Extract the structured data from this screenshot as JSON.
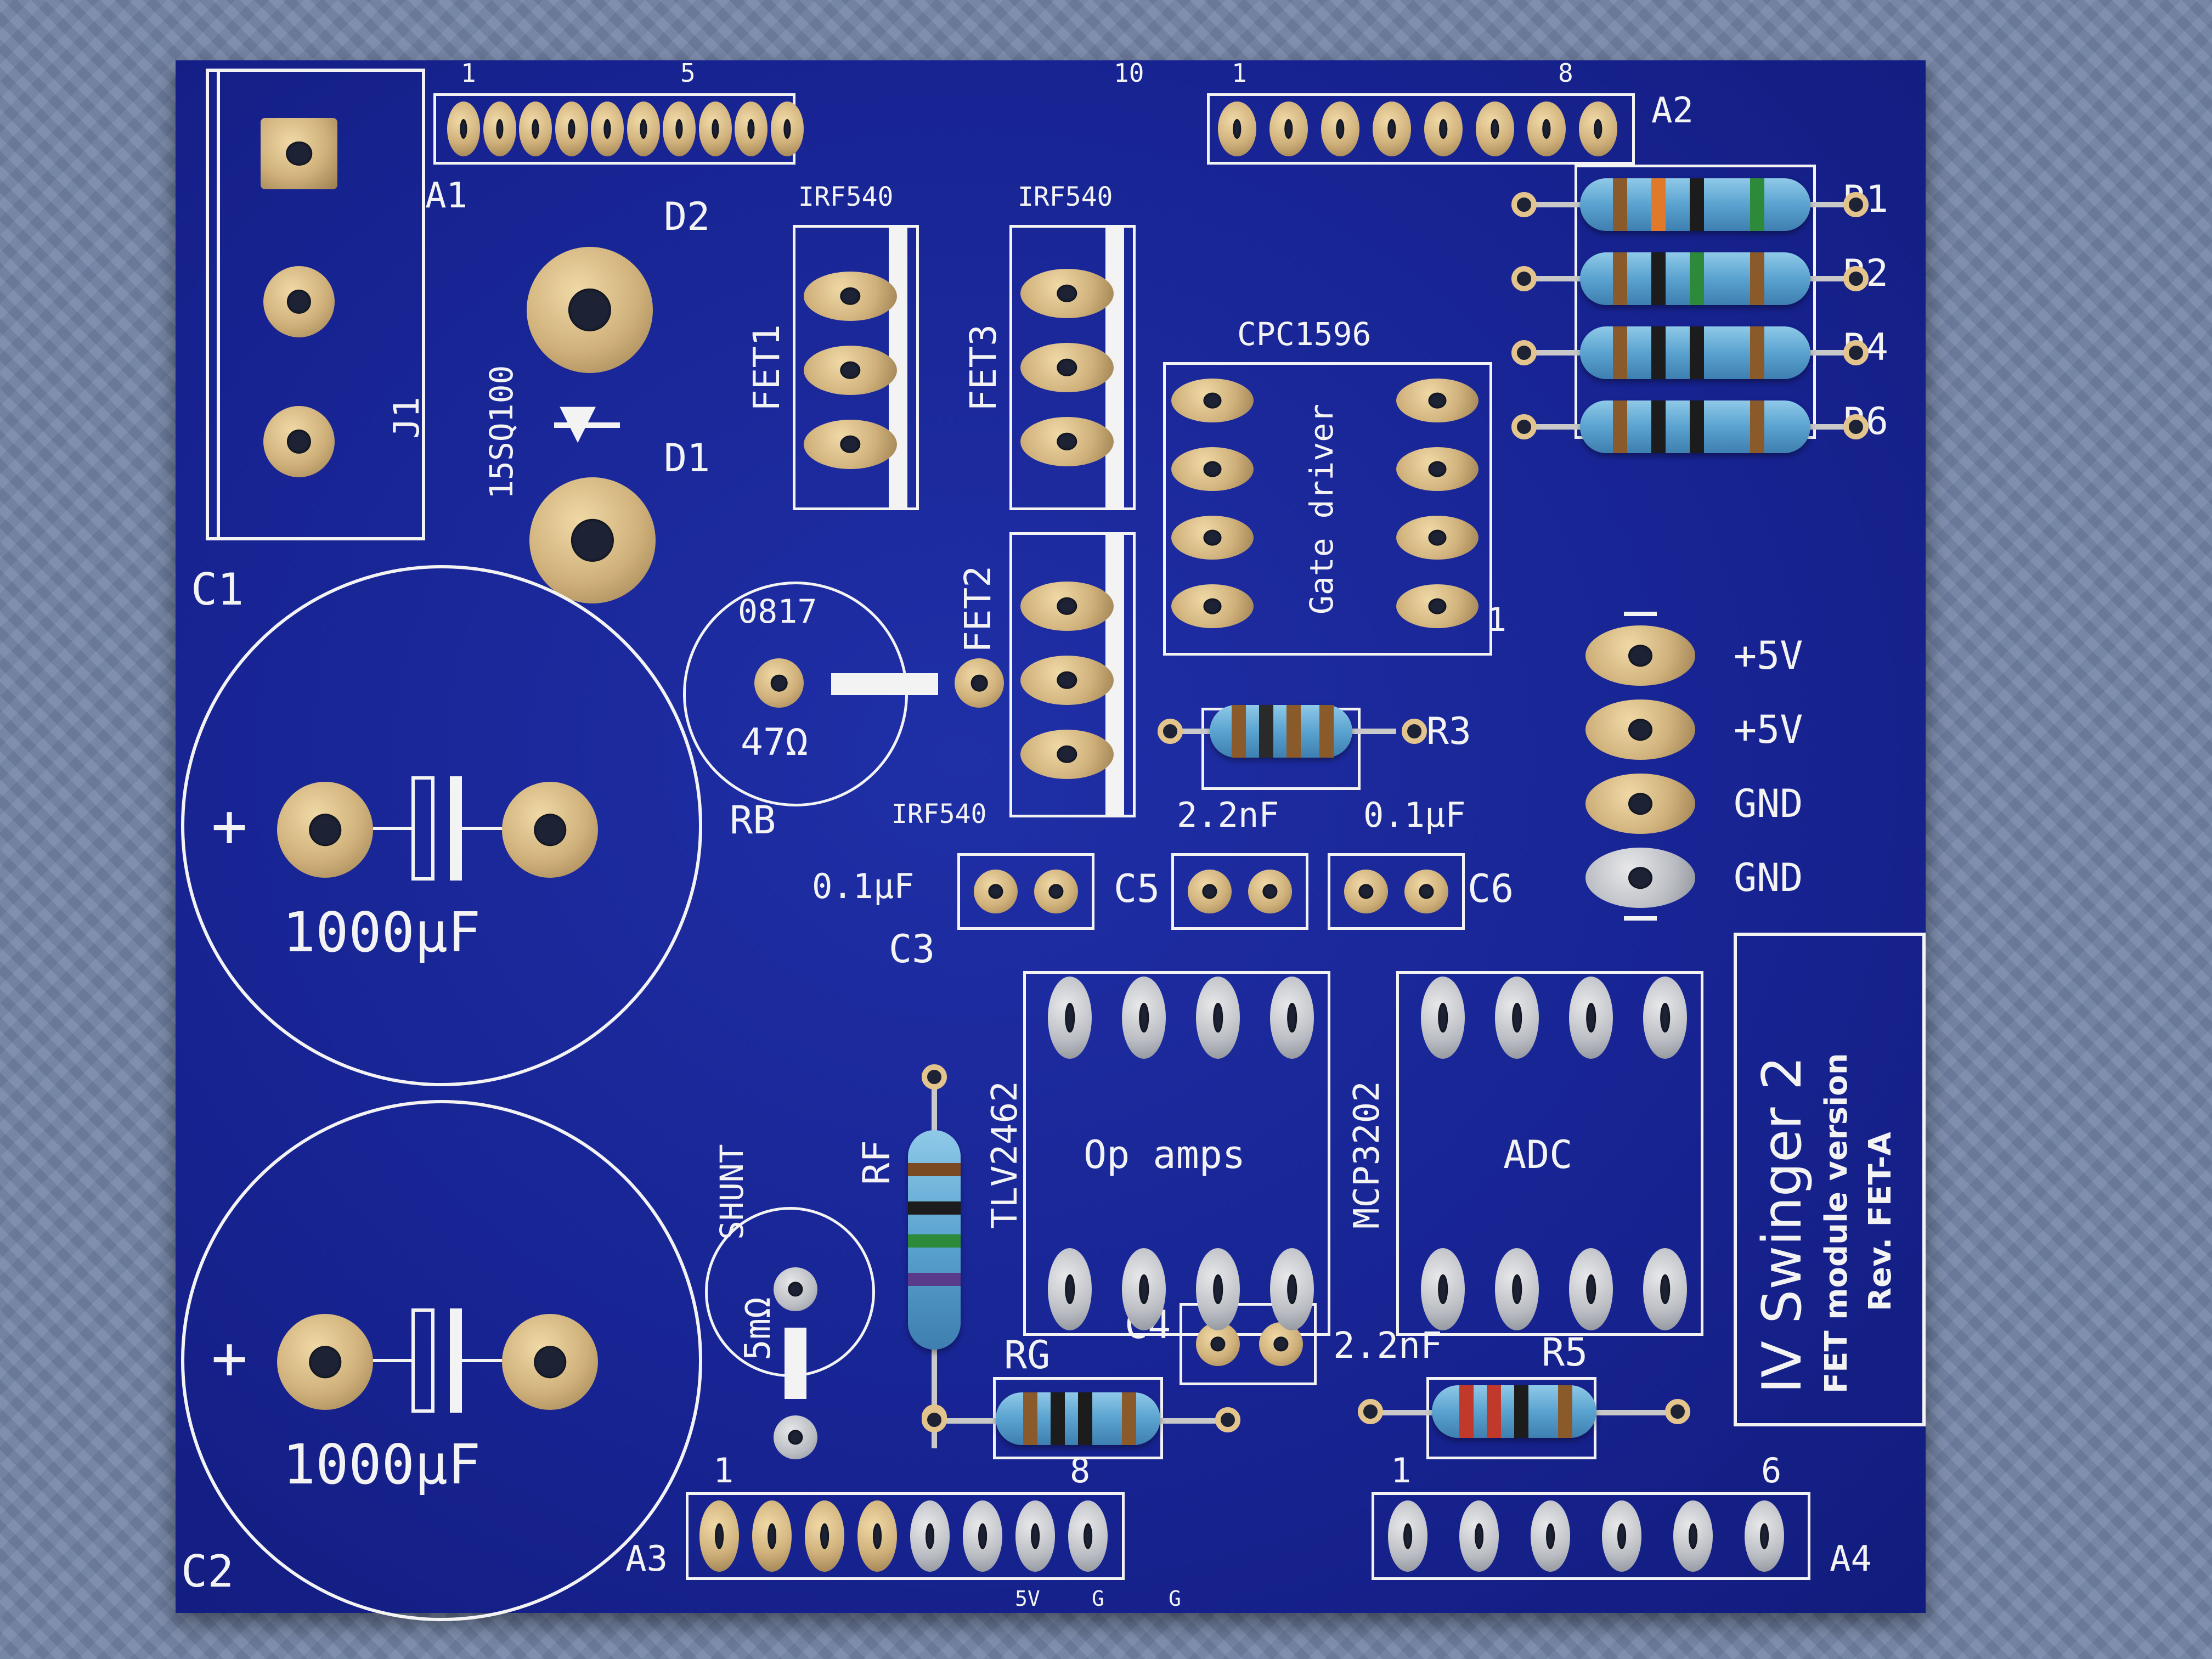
{
  "board": {
    "headers": {
      "a1": "A1",
      "a2": "A2",
      "a3": "A3",
      "a4": "A4",
      "a1_pin1": "1",
      "a1_pin5": "5",
      "a1_pin10": "10",
      "a2_pin1": "1",
      "a2_pin8": "8",
      "a3_pin1": "1",
      "a3_pin8": "8",
      "a4_pin1": "1",
      "a4_pin6": "6",
      "a3_5v": "5V",
      "a3_g1": "G",
      "a3_g2": "G"
    },
    "connector": {
      "j1": "J1",
      "c1": "C1"
    },
    "diodes": {
      "d1": "D1",
      "d2": "D2",
      "part": "15SQ100"
    },
    "fets": {
      "fet1": "FET1",
      "fet2": "FET2",
      "fet3": "FET3",
      "part": "IRF540"
    },
    "gate_driver": {
      "part": "CPC1596",
      "label": "Gate driver",
      "pin1": "1"
    },
    "resistors": {
      "r1": "R1",
      "r2": "R2",
      "r4": "R4",
      "r6": "R6",
      "r3": "R3",
      "r5": "R5",
      "rg": "RG",
      "rf": "RF"
    },
    "rb": {
      "name": "RB",
      "code": "0817",
      "value": "47Ω"
    },
    "shunt": {
      "name": "SHUNT",
      "value": "5mΩ"
    },
    "caps": {
      "c1_value": "1000µF",
      "c2_value": "1000µF",
      "c2": "C2",
      "c3": "C3",
      "c3_value": "0.1µF",
      "c4": "C4",
      "c4_value": "2.2nF",
      "c5": "C5",
      "c5_value": "2.2nF",
      "c6": "C6",
      "c6_value": "0.1µF"
    },
    "power": {
      "p1": "+5V",
      "p2": "+5V",
      "g1": "GND",
      "g2": "GND"
    },
    "opamp": {
      "part": "TLV2462",
      "label": "Op amps"
    },
    "adc": {
      "part": "MCP3202",
      "label": "ADC"
    },
    "title": {
      "name": "IV Swinger 2",
      "sub": "FET module version",
      "rev": "Rev. FET-A"
    }
  },
  "colors": {
    "board": "#172391",
    "silk": "#f3f3f3",
    "pad": "#d4b57f",
    "resistor": "#5aa3d0"
  }
}
